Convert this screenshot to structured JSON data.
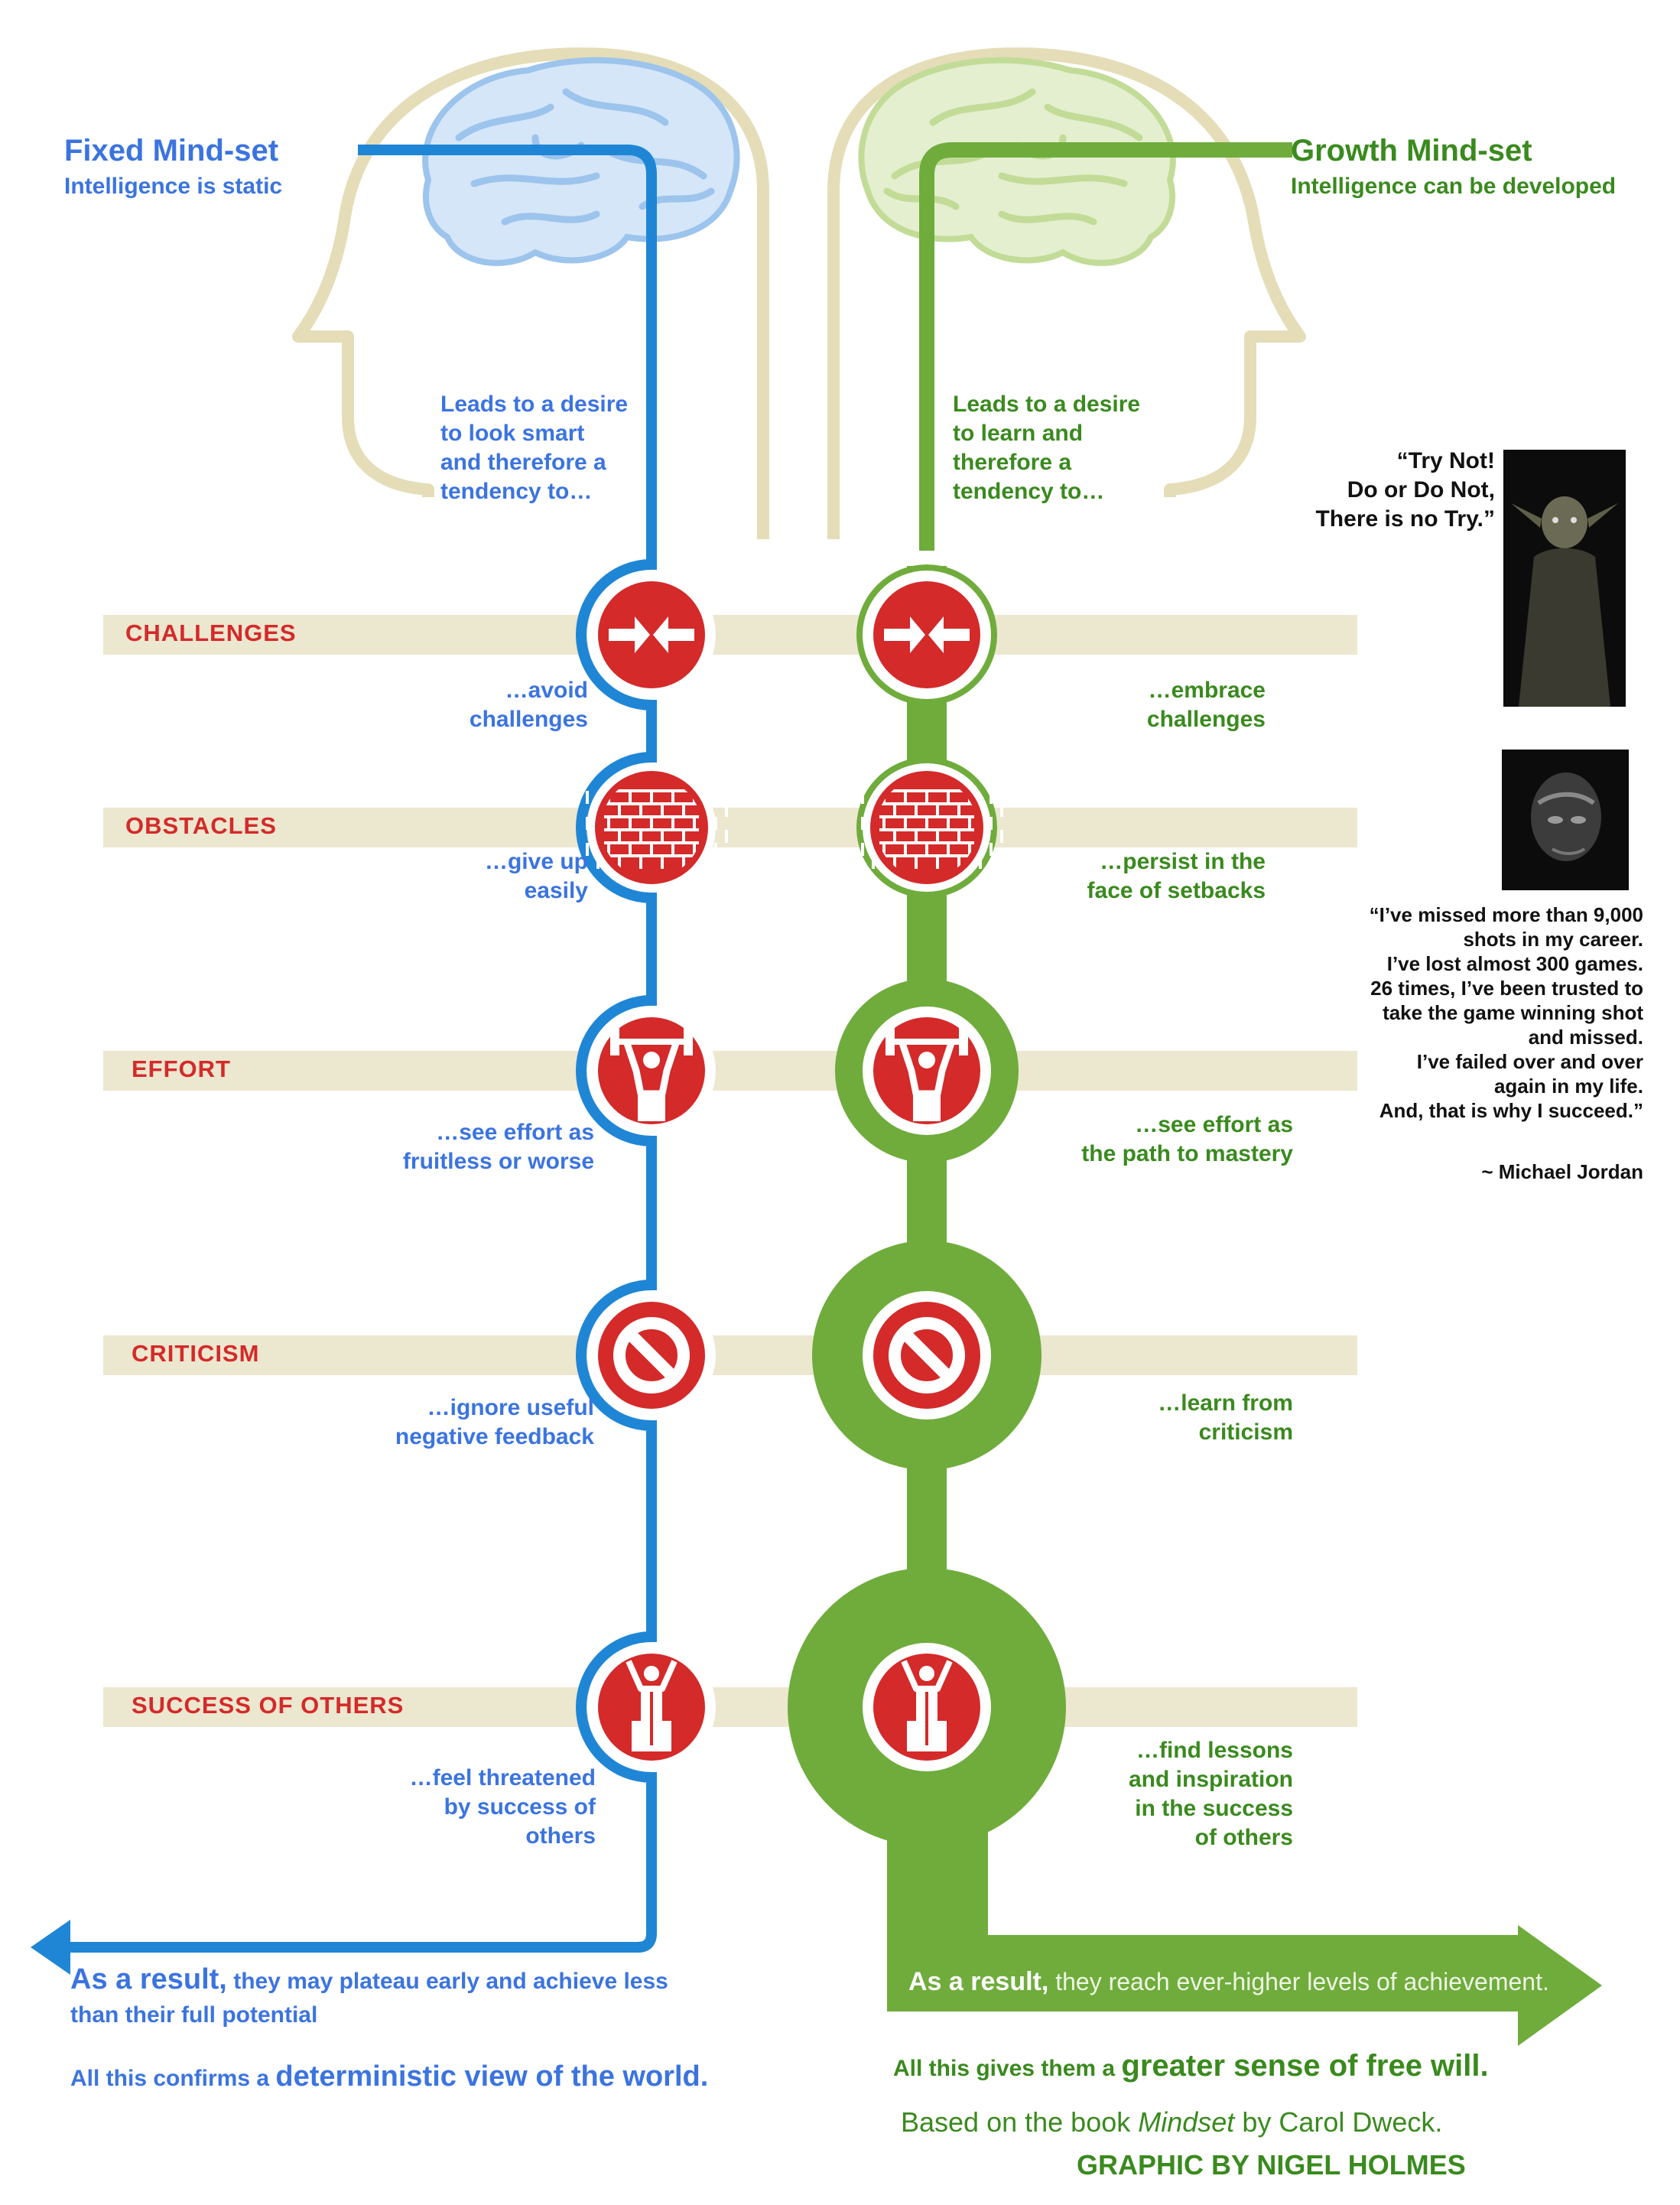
{
  "fixed": {
    "title": "Fixed Mind-set",
    "subtitle": "Intelligence is static",
    "lead": [
      "Leads to a desire",
      "to look smart",
      "and therefore a",
      "tendency to…"
    ],
    "responses": [
      [
        "…avoid",
        "challenges"
      ],
      [
        "…give up",
        "easily"
      ],
      [
        "…see effort as",
        "fruitless or worse"
      ],
      [
        "…ignore useful",
        "negative feedback"
      ],
      [
        "…feel threatened",
        "by success of",
        "others"
      ]
    ],
    "result_lead": "As a result,",
    "result_line1": " they may plateau early and achieve less",
    "result_line2": "than their full potential",
    "confirm_lead": "All this confirms a ",
    "confirm_emph": "deterministic view of the world."
  },
  "growth": {
    "title": "Growth Mind-set",
    "subtitle": "Intelligence can be developed",
    "lead": [
      "Leads to a desire",
      "to learn and",
      "therefore a",
      "tendency to…"
    ],
    "responses": [
      [
        "…embrace",
        "challenges"
      ],
      [
        "…persist in the",
        "face of setbacks"
      ],
      [
        "…see effort as",
        "the path to mastery"
      ],
      [
        "…learn from",
        "criticism"
      ],
      [
        "…find lessons",
        "and inspiration",
        "in the success",
        "of others"
      ]
    ],
    "result_lead": "As a result,",
    "result_rest": " they reach ever-higher levels of achievement.",
    "freewill_lead": "All this gives them a ",
    "freewill_emph": "greater sense of free will."
  },
  "categories": [
    "CHALLENGES",
    "OBSTACLES",
    "EFFORT",
    "CRITICISM",
    "SUCCESS OF OTHERS"
  ],
  "icons": [
    "opposing-arrows-icon",
    "brick-wall-icon",
    "weightlifter-icon",
    "no-entry-icon",
    "cheering-person-icon"
  ],
  "quotes": {
    "yoda": [
      "“Try Not!",
      "Do or Do Not,",
      "There is no Try.”"
    ],
    "jordan": [
      "“I’ve missed more than 9,000",
      "shots in my career.",
      "I’ve lost almost 300 games.",
      "26 times, I’ve been trusted to",
      "take the game winning shot",
      "and missed.",
      "I’ve failed over and over",
      "again in my life.",
      "And, that is why I succeed.”"
    ],
    "jordan_attribution": "~ Michael Jordan"
  },
  "credits": {
    "based_prefix": "Based on the book ",
    "book": "Mindset",
    "based_suffix": " by Carol Dweck.",
    "graphic": "GRAPHIC BY NIGEL HOLMES"
  },
  "colors": {
    "fixed": "#1f86d6",
    "growth": "#6fac3c",
    "icon_red": "#d42a2a",
    "band": "#ece7cf",
    "head_outline": "#e4ddb8",
    "brain_fixed": "#9cc4ec",
    "brain_growth": "#c2dc98"
  }
}
